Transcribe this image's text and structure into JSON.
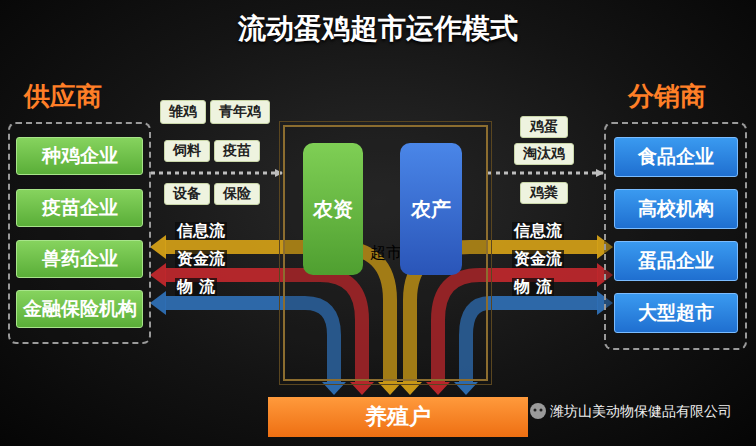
{
  "diagram": {
    "title": "流动蛋鸡超市运作模式",
    "nodes": [
      {
        "text": [
          "供应商"
        ]
      },
      {
        "text": [
          "种鸡企业"
        ],
        "in": 0
      },
      {
        "text": [
          "疫苗企业"
        ],
        "in": 0
      },
      {
        "text": [
          "兽药企业"
        ],
        "in": 0
      },
      {
        "text": [
          "金融保险机构"
        ],
        "in": 0
      },
      {
        "text": [
          "超市"
        ]
      },
      {
        "text": [
          "农资"
        ],
        "in": 5
      },
      {
        "text": [
          "农产"
        ],
        "in": 5
      },
      {
        "text": [
          "分销商"
        ]
      },
      {
        "text": [
          "食品企业"
        ],
        "in": 8
      },
      {
        "text": [
          "高校机构"
        ],
        "in": 8
      },
      {
        "text": [
          "蛋品企业"
        ],
        "in": 8
      },
      {
        "text": [
          "大型超市"
        ],
        "in": 8
      },
      {
        "text": [
          "养殖户"
        ]
      },
      {
        "text": [
          "雏鸡"
        ]
      },
      {
        "text": [
          "青年鸡"
        ]
      },
      {
        "text": [
          "饲料"
        ]
      },
      {
        "text": [
          "疫苗"
        ]
      },
      {
        "text": [
          "设备"
        ]
      },
      {
        "text": [
          "保险"
        ]
      },
      {
        "text": [
          "鸡蛋"
        ]
      },
      {
        "text": [
          "淘汰鸡"
        ]
      },
      {
        "text": [
          "鸡粪"
        ]
      }
    ],
    "edges": [
      {
        "from": 0,
        "to": 5,
        "arrow": "to"
      },
      {
        "from": 5,
        "to": 8,
        "arrow": "to"
      }
    ],
    "labels": [
      "信息流",
      "资金流",
      "物 流",
      "信息流",
      "资金流",
      "物 流",
      "潍坊山美动物保健品有限公司"
    ]
  }
}
